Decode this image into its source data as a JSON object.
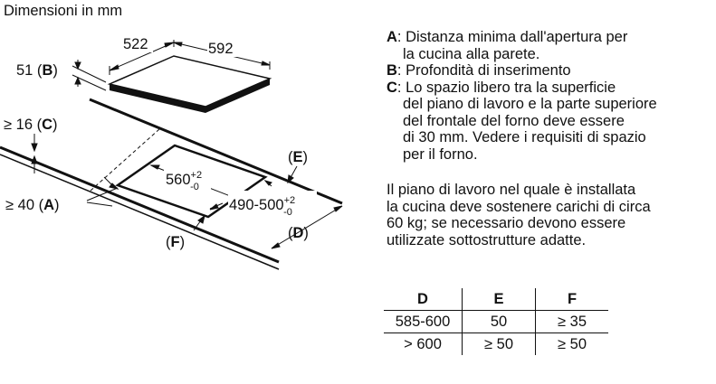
{
  "diagram": {
    "title": "Dimensioni in mm",
    "hob_width": "522",
    "hob_depth": "592",
    "insert_depth_label": "51 (",
    "insert_depth_key": "B",
    "label_c_prefix": "≥ 16 (",
    "label_c_key": "C",
    "label_a_prefix": "≥ 40 (",
    "label_a_key": "A",
    "label_e_key": "E",
    "label_f_key": "F",
    "label_d_key": "D",
    "cutout_width": "560",
    "cutout_width_tol_plus": "+2",
    "cutout_width_tol_minus": "-0",
    "cutout_depth": "490-500",
    "cutout_depth_tol_plus": "+2",
    "cutout_depth_tol_minus": "-0",
    "paren_close": ")"
  },
  "notes": [
    {
      "key": "A",
      "lines": [
        ": Distanza minima dall'apertura per",
        "la cucina alla parete."
      ]
    },
    {
      "key": "B",
      "lines": [
        ": Profondità di inserimento"
      ]
    },
    {
      "key": "C",
      "lines": [
        ": Lo spazio libero tra la superficie",
        "del piano di lavoro e la parte superiore",
        "del frontale del forno deve essere",
        "di 30 mm. Vedere i requisiti di spazio",
        "per il forno."
      ]
    }
  ],
  "load_note": [
    "Il piano di lavoro nel quale è installata",
    "la cucina deve sostenere carichi di circa",
    "60 kg; se necessario devono essere",
    "utilizzate sottostrutture adatte."
  ],
  "table": {
    "headers": [
      "D",
      "E",
      "F"
    ],
    "rows": [
      [
        "585-600",
        "50",
        "≥ 35"
      ],
      [
        "> 600",
        "≥ 50",
        "≥ 50"
      ]
    ]
  }
}
